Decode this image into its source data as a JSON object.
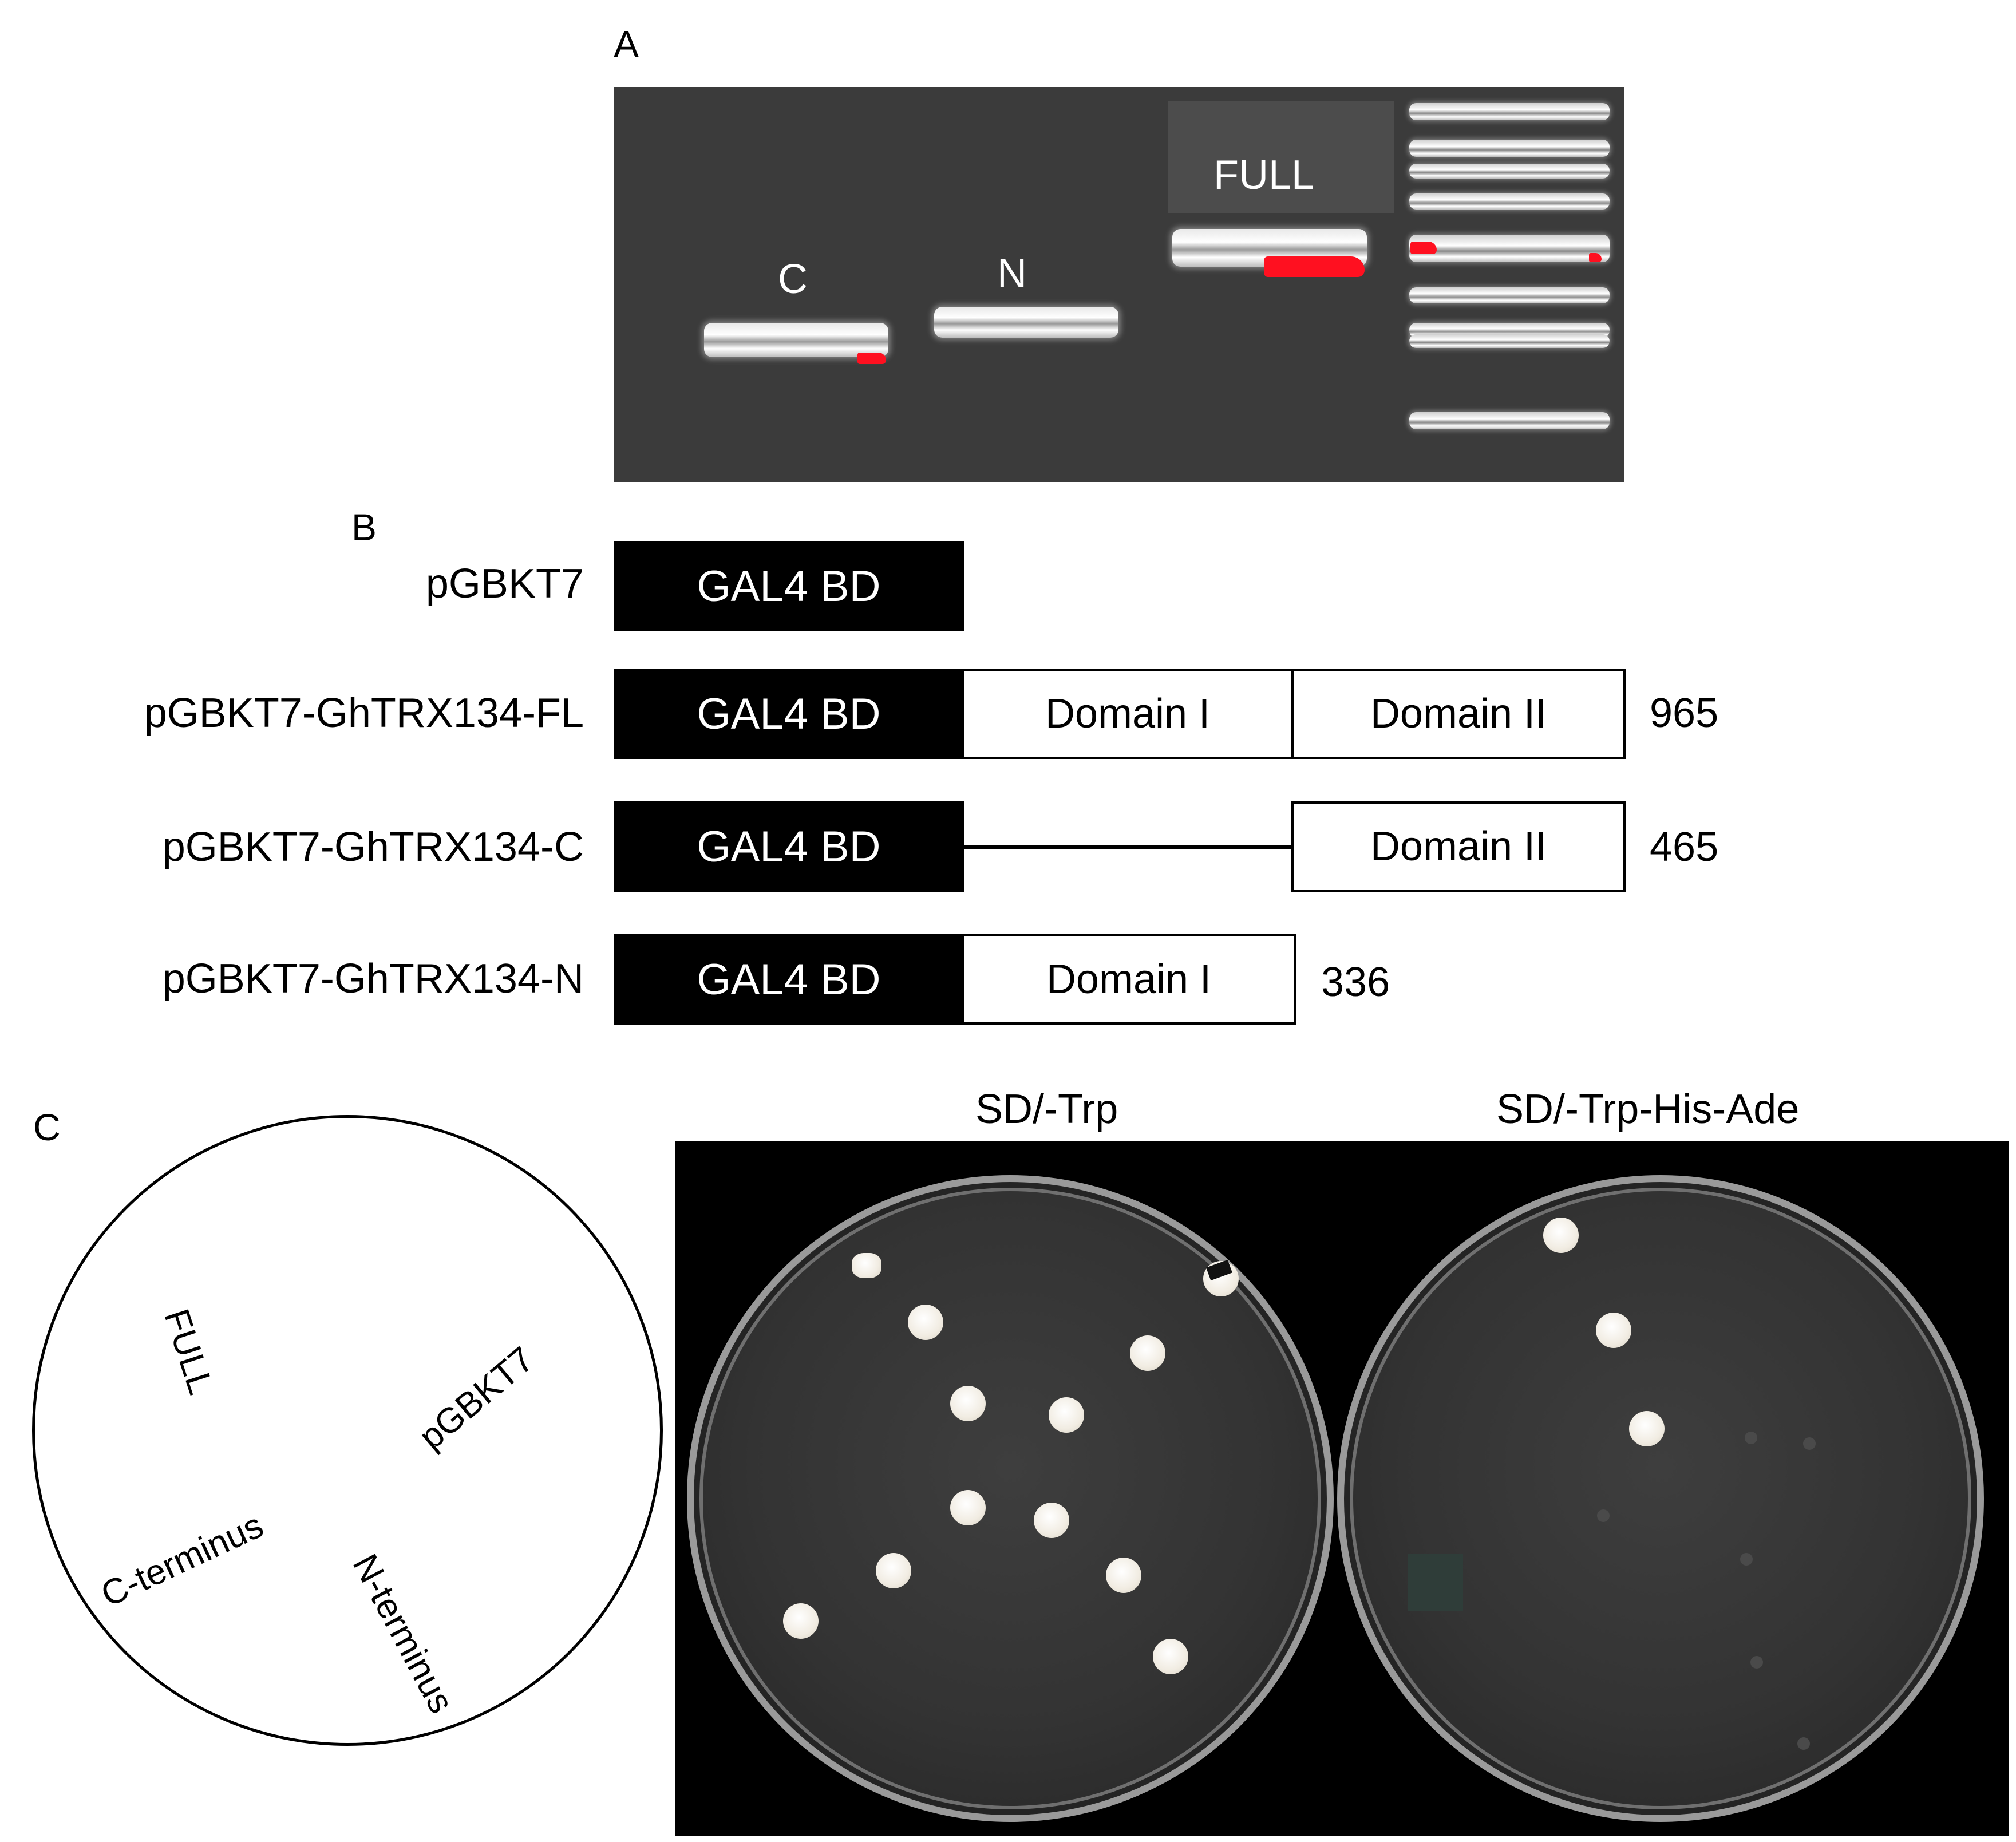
{
  "panels": {
    "a": "A",
    "b": "B",
    "c": "C"
  },
  "gel": {
    "lanes": [
      {
        "label": "C"
      },
      {
        "label": "N"
      },
      {
        "label": "FULL"
      }
    ],
    "background_color": "#3b3b3b",
    "saturation_color": "#ff1020"
  },
  "constructs": [
    {
      "name": "pGBKT7",
      "bd": "GAL4 BD",
      "domain1": "",
      "domain2": "",
      "length": ""
    },
    {
      "name": "pGBKT7-GhTRX134-FL",
      "bd": "GAL4 BD",
      "domain1": "Domain I",
      "domain2": "Domain II",
      "length": "965"
    },
    {
      "name": "pGBKT7-GhTRX134-C",
      "bd": "GAL4 BD",
      "domain1": "",
      "domain2": "Domain II",
      "length": "465"
    },
    {
      "name": "pGBKT7-GhTRX134-N",
      "bd": "GAL4 BD",
      "domain1": "Domain I",
      "domain2": "",
      "length": "336"
    }
  ],
  "plate_map": {
    "full": "FULL",
    "pgbkt7": "pGBKT7",
    "c_terminus": "C-terminus",
    "n_terminus": "N-terminus"
  },
  "plates": [
    {
      "title": "SD/-Trp"
    },
    {
      "title": "SD/-Trp-His-Ade"
    }
  ],
  "colors": {
    "bd_box": "#000000",
    "colony": "#f1ece2"
  }
}
